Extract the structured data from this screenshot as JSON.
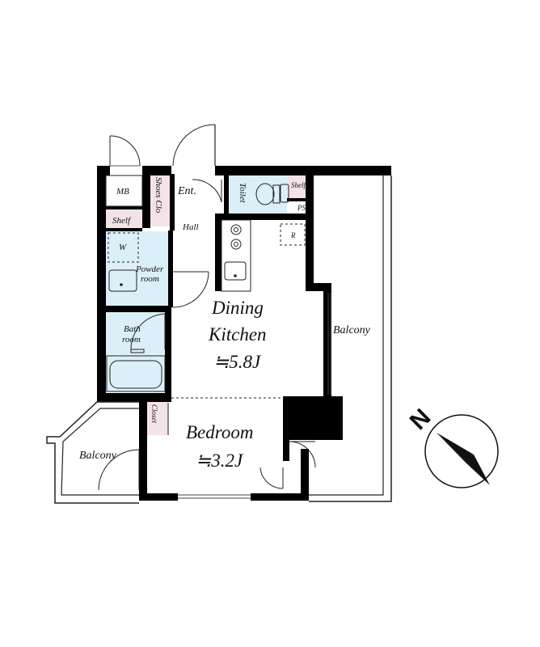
{
  "rooms": {
    "dining_kitchen": {
      "line1": "Dining",
      "line2": "Kitchen",
      "area": "≒5.8J"
    },
    "bedroom": {
      "name": "Bedroom",
      "area": "≒3.2J"
    },
    "balcony_right": "Balcony",
    "balcony_left": "Balcony",
    "hall": "Hall",
    "entrance": "Ent.",
    "toilet": "Toilet",
    "shoes_closet": "Shoes Clo",
    "mb": "MB",
    "shelf_left": "Shelf",
    "shelf_top": "Shelf",
    "ps": "PS",
    "refrigerator": "R",
    "washer": "W",
    "powder_room": {
      "line1": "Powder",
      "line2": "room"
    },
    "bathroom": {
      "line1": "Bath",
      "line2": "room"
    },
    "closet": "Closet"
  },
  "compass": {
    "label": "N"
  },
  "colors": {
    "wall": "#000000",
    "wet_area": "#dbeff8",
    "storage": "#f3e3e8"
  }
}
